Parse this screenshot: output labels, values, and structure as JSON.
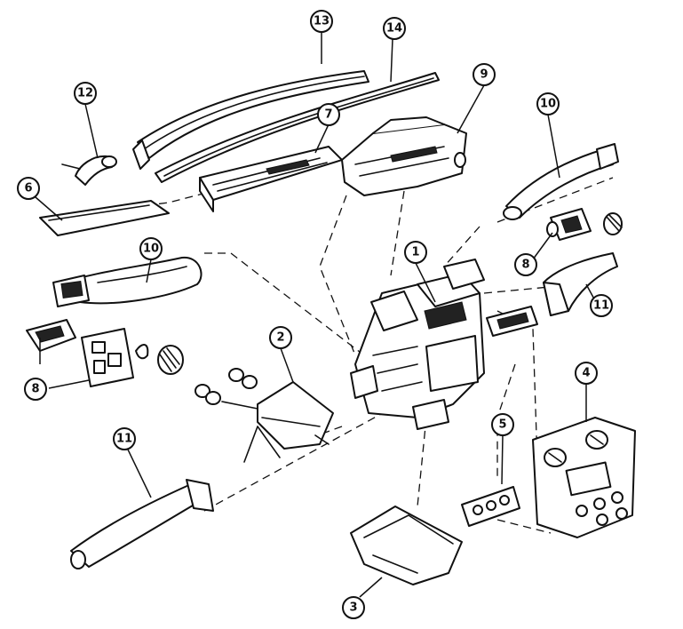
{
  "diagram": {
    "callouts": [
      {
        "id": "c1",
        "label": "1"
      },
      {
        "id": "c2",
        "label": "2"
      },
      {
        "id": "c3",
        "label": "3"
      },
      {
        "id": "c4",
        "label": "4"
      },
      {
        "id": "c5",
        "label": "5"
      },
      {
        "id": "c6",
        "label": "6"
      },
      {
        "id": "c7",
        "label": "7"
      },
      {
        "id": "c8a",
        "label": "8"
      },
      {
        "id": "c8b",
        "label": "8"
      },
      {
        "id": "c9",
        "label": "9"
      },
      {
        "id": "c10a",
        "label": "10"
      },
      {
        "id": "c10b",
        "label": "10"
      },
      {
        "id": "c11a",
        "label": "11"
      },
      {
        "id": "c11b",
        "label": "11"
      },
      {
        "id": "c12",
        "label": "12"
      },
      {
        "id": "c13",
        "label": "13"
      },
      {
        "id": "c14",
        "label": "14"
      }
    ]
  }
}
